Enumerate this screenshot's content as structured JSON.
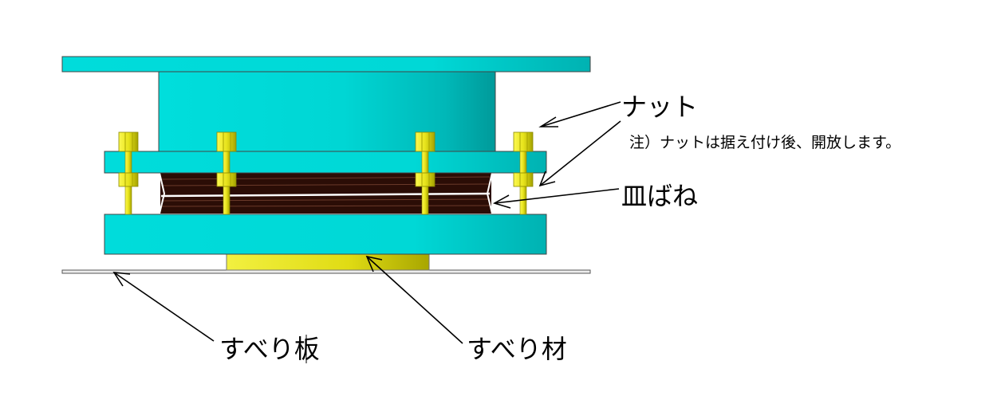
{
  "labels": {
    "nut": "ナット",
    "note": "注）ナットは据え付け後、開放します。",
    "disc_spring": "皿ばね",
    "slide_plate": "すべり板",
    "slide_material": "すべり材"
  },
  "colors": {
    "plate": "#00dedc",
    "plate_shade": "#00a6a6",
    "spring": "#2b0d06",
    "bolt": "#f0ee20",
    "bolt_shade": "#9c9a00",
    "slide_material": "#dcdc18",
    "slide_plate": "#c8c8c8",
    "outline": "#333333"
  },
  "icons": [
    "arrow-head"
  ]
}
